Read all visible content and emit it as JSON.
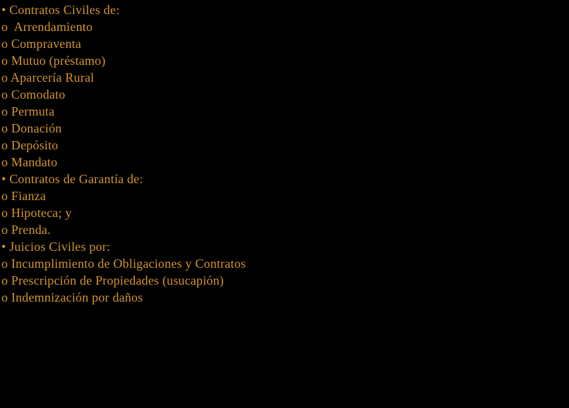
{
  "slide": {
    "background_color": "#000000",
    "text_color": "#d4952f",
    "lines": [
      "• Contratos Civiles de:",
      "o  Arrendamiento",
      "o Compraventa",
      "o Mutuo (préstamo)",
      "o Aparcería Rural",
      "o Comodato",
      "o Permuta",
      "o Donación",
      "o Depósito",
      "o Mandato",
      "• Contratos de Garantía de:",
      "o Fianza",
      "o Hipoteca; y",
      "o Prenda.",
      "• Juicios Civiles por:",
      "o Incumplimiento de Obligaciones y Contratos",
      "o Prescripción de Propiedades (usucapión)",
      "o Indemnización por daños"
    ]
  }
}
